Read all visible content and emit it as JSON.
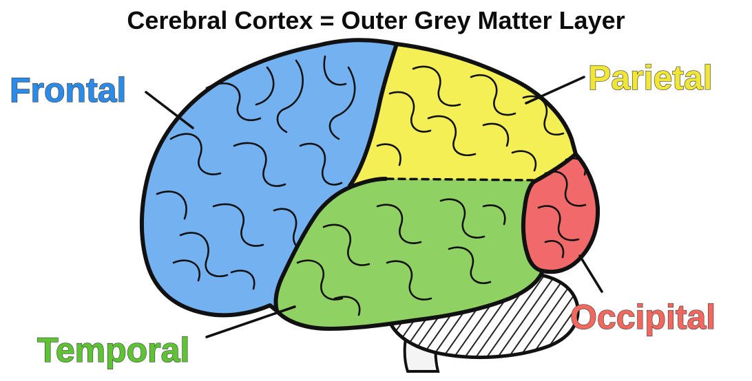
{
  "title": "Cerebral Cortex = Outer Grey Matter Layer",
  "diagram": {
    "subject": "lateral view of the human brain with colored cerebral cortex lobes",
    "lobes": {
      "frontal": {
        "label": "Frontal",
        "label_color": "#2a8ce8",
        "fill": "#74b1f1"
      },
      "parietal": {
        "label": "Parietal",
        "label_color": "#f0e636",
        "fill": "#f3ef55"
      },
      "temporal": {
        "label": "Temporal",
        "label_color": "#5ec433",
        "fill": "#90d164"
      },
      "occipital": {
        "label": "Occipital",
        "label_color": "#f3685e",
        "fill": "#f16a6a"
      }
    },
    "unlabeled_structures": [
      "cerebellum",
      "brainstem"
    ],
    "colors": {
      "outline": "#111111",
      "background": "#ffffff",
      "cerebellum_fill": "#ffffff",
      "brainstem_fill": "#f4f4f4"
    }
  }
}
